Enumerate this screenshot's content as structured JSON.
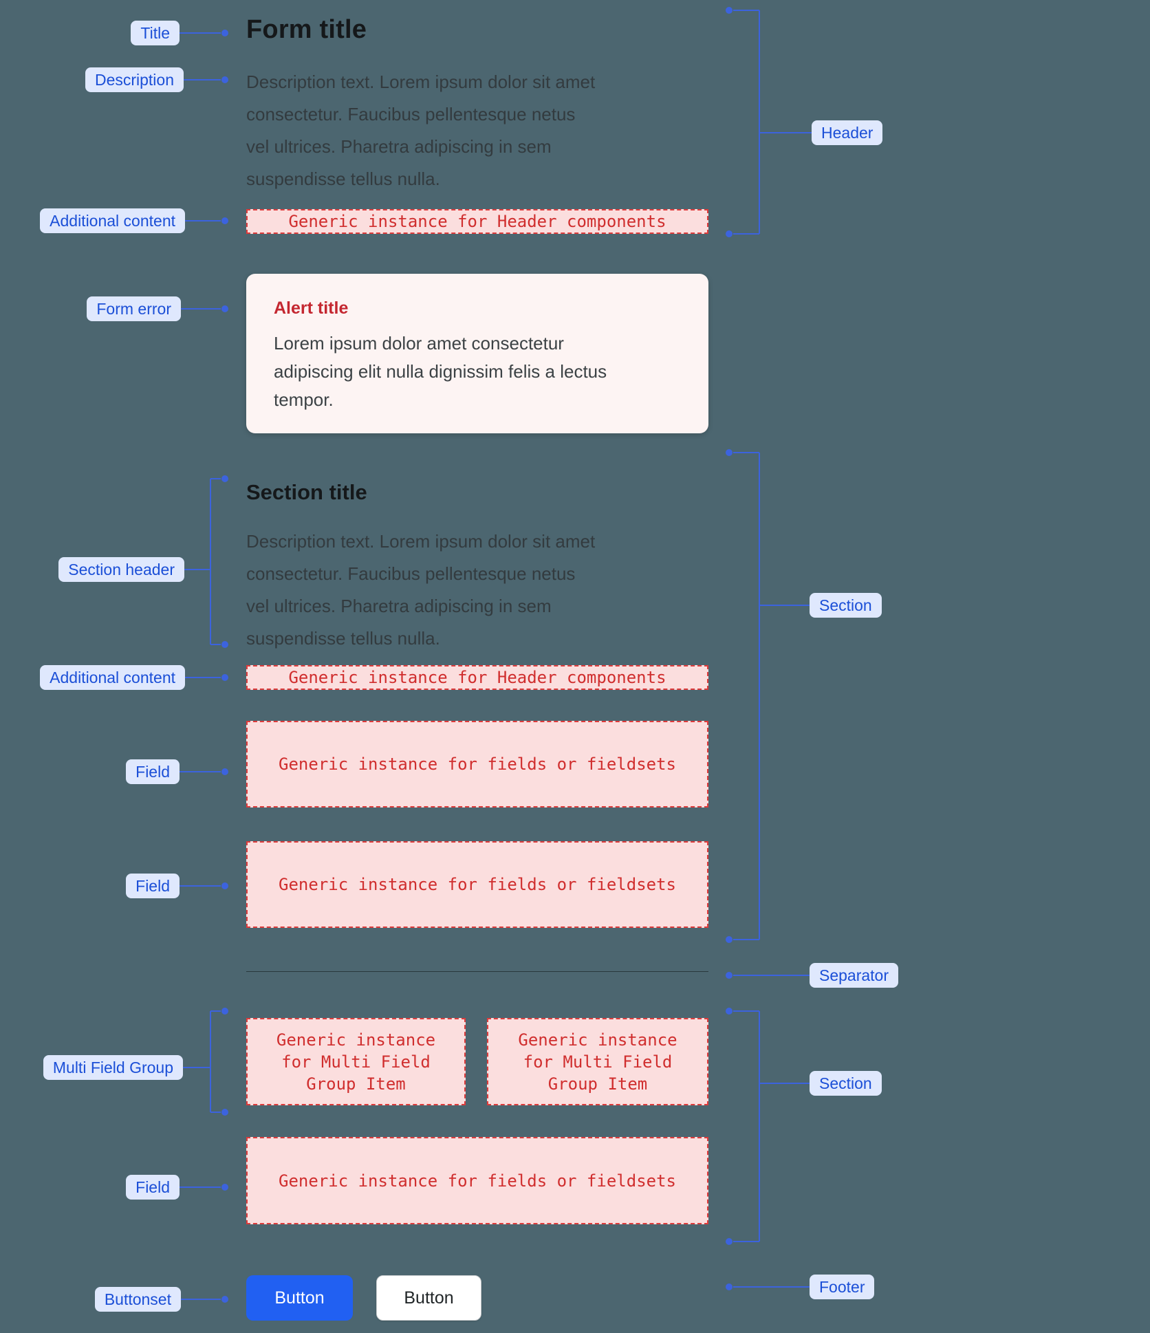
{
  "colors": {
    "background": "#4c6670",
    "accent_blue": "#3c63de",
    "annotation_pill_bg": "#dfe8fd",
    "annotation_text": "#1b4fd7",
    "placeholder_bg": "#fbdede",
    "placeholder_border": "#dd3b3b",
    "placeholder_text": "#d02e2e",
    "alert_bg": "#fdf4f3",
    "alert_title_text": "#c42730",
    "primary_button_bg": "#2160f2",
    "heading_text": "#15181a",
    "body_text": "#333b3f"
  },
  "form": {
    "header": {
      "title": "Form title",
      "description_lines": [
        "Description text. Lorem ipsum dolor sit amet",
        "consectetur. Faucibus pellentesque netus",
        "vel ultrices. Pharetra adipiscing in sem",
        "suspendisse tellus nulla."
      ],
      "additional_content": "Generic instance for Header components"
    },
    "alert": {
      "title": "Alert title",
      "body_lines": [
        "Lorem ipsum dolor amet consectetur",
        "adipiscing elit nulla dignissim felis a lectus",
        "tempor."
      ]
    },
    "section1": {
      "title": "Section title",
      "description_lines": [
        "Description text. Lorem ipsum dolor sit amet",
        "consectetur. Faucibus pellentesque netus",
        "vel ultrices. Pharetra adipiscing in sem",
        "suspendisse tellus nulla."
      ],
      "additional_content": "Generic instance for Header components",
      "field1": "Generic instance for fields or fieldsets",
      "field2": "Generic instance for fields or fieldsets"
    },
    "section2": {
      "mfg_item1_lines": [
        "Generic instance",
        "for Multi Field",
        "Group Item"
      ],
      "mfg_item2_lines": [
        "Generic instance",
        "for Multi Field",
        "Group Item"
      ],
      "field": "Generic instance for fields or fieldsets"
    },
    "footer": {
      "primary_button": "Button",
      "secondary_button": "Button"
    }
  },
  "annotations": {
    "left": [
      {
        "label": "Title"
      },
      {
        "label": "Description"
      },
      {
        "label": "Additional content"
      },
      {
        "label": "Form error"
      },
      {
        "label": "Section header"
      },
      {
        "label": "Additional content"
      },
      {
        "label": "Field"
      },
      {
        "label": "Field"
      },
      {
        "label": "Multi Field Group"
      },
      {
        "label": "Field"
      },
      {
        "label": "Buttonset"
      }
    ],
    "right": [
      {
        "label": "Header"
      },
      {
        "label": "Section"
      },
      {
        "label": "Separator"
      },
      {
        "label": "Section"
      },
      {
        "label": "Footer"
      }
    ]
  }
}
